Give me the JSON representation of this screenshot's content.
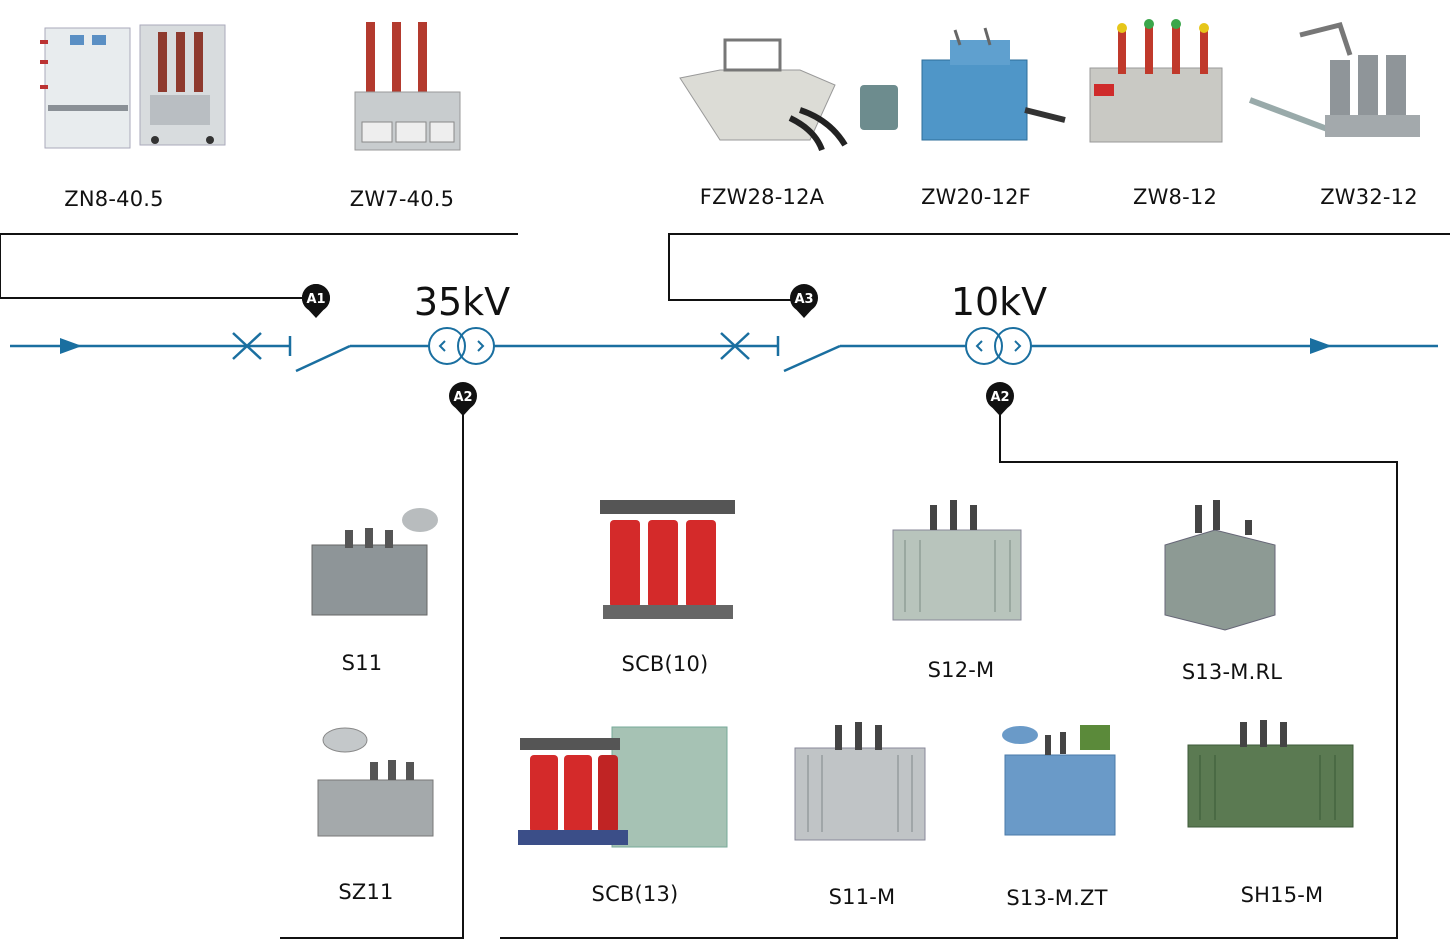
{
  "voltages": {
    "high": "35kV",
    "low": "10kV"
  },
  "markers": {
    "a1": "A1",
    "a2_left": "A2",
    "a3": "A3",
    "a2_right": "A2"
  },
  "breakers_35kv": [
    {
      "model": "ZN8-40.5",
      "icon": "indoor-vacuum-breaker-icon"
    },
    {
      "model": "ZW7-40.5",
      "icon": "outdoor-vacuum-breaker-icon"
    }
  ],
  "breakers_10kv": [
    {
      "model": "FZW28-12A",
      "icon": "load-switch-icon"
    },
    {
      "model": "ZW20-12F",
      "icon": "pole-breaker-icon"
    },
    {
      "model": "ZW8-12",
      "icon": "pole-breaker-icon"
    },
    {
      "model": "ZW32-12",
      "icon": "pole-breaker-icon"
    }
  ],
  "transformers_35kv": [
    {
      "model": "S11",
      "icon": "oil-transformer-icon"
    },
    {
      "model": "SZ11",
      "icon": "oil-transformer-icon"
    }
  ],
  "transformers_10kv": [
    {
      "model": "SCB(10)",
      "icon": "dry-type-transformer-icon"
    },
    {
      "model": "S12-M",
      "icon": "oil-transformer-icon"
    },
    {
      "model": "S13-M.RL",
      "icon": "oil-transformer-icon"
    },
    {
      "model": "SCB(13)",
      "icon": "dry-type-transformer-icon"
    },
    {
      "model": "S11-M",
      "icon": "oil-transformer-icon"
    },
    {
      "model": "S13-M.ZT",
      "icon": "oil-transformer-icon"
    },
    {
      "model": "SH15-M",
      "icon": "amorphous-transformer-icon"
    }
  ],
  "colors": {
    "line": "#1a6fa0",
    "leader": "#111111",
    "pin": "#111111",
    "dry_coil": "#d42a2a",
    "oil_tank": "#9aa3a8",
    "blue_tank": "#6a9ac8",
    "green_tank": "#5b7a52"
  }
}
